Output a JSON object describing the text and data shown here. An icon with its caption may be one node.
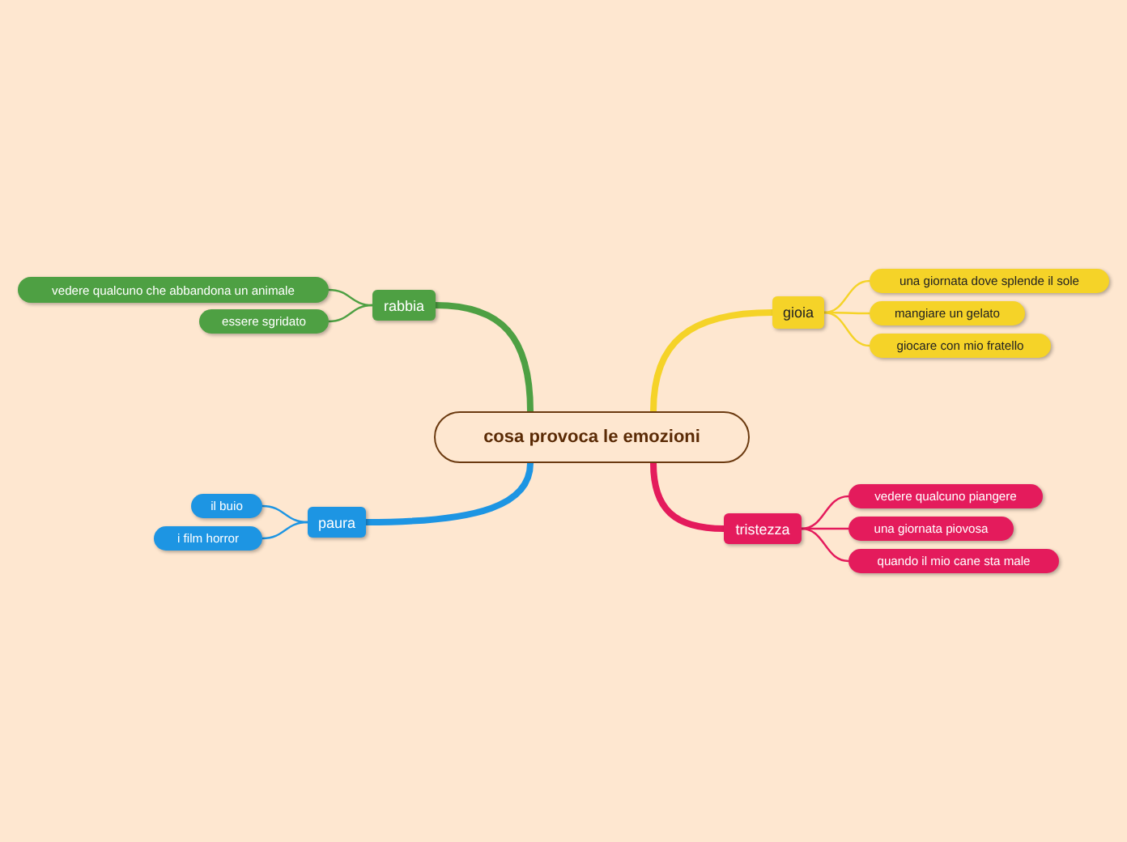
{
  "diagram": {
    "nodes": [
      {
        "text": [
          "cosa provoca le emozioni"
        ]
      },
      {
        "text": [
          "rabbia"
        ]
      },
      {
        "text": [
          "vedere qualcuno che abbandona un animale"
        ]
      },
      {
        "text": [
          "essere sgridato"
        ]
      },
      {
        "text": [
          "gioia"
        ]
      },
      {
        "text": [
          "una giornata dove splende il sole"
        ]
      },
      {
        "text": [
          "mangiare un gelato"
        ]
      },
      {
        "text": [
          "giocare con mio fratello"
        ]
      },
      {
        "text": [
          "paura"
        ]
      },
      {
        "text": [
          "il buio"
        ]
      },
      {
        "text": [
          "i film horror"
        ]
      },
      {
        "text": [
          "tristezza"
        ]
      },
      {
        "text": [
          "vedere qualcuno piangere"
        ]
      },
      {
        "text": [
          "una giornata piovosa"
        ]
      },
      {
        "text": [
          "quando il mio cane sta male"
        ]
      }
    ],
    "edges": [
      {
        "from": 0,
        "to": 1,
        "arrow": "none",
        "style": "thick",
        "color": "#4ea043"
      },
      {
        "from": 1,
        "to": 2,
        "arrow": "none",
        "color": "#4ea043"
      },
      {
        "from": 1,
        "to": 3,
        "arrow": "none",
        "color": "#4ea043"
      },
      {
        "from": 0,
        "to": 4,
        "arrow": "none",
        "style": "thick",
        "color": "#f5d328"
      },
      {
        "from": 4,
        "to": 5,
        "arrow": "none",
        "color": "#f5d328"
      },
      {
        "from": 4,
        "to": 6,
        "arrow": "none",
        "color": "#f5d328"
      },
      {
        "from": 4,
        "to": 7,
        "arrow": "none",
        "color": "#f5d328"
      },
      {
        "from": 0,
        "to": 8,
        "arrow": "none",
        "style": "thick",
        "color": "#1d95e3"
      },
      {
        "from": 8,
        "to": 9,
        "arrow": "none",
        "color": "#1d95e3"
      },
      {
        "from": 8,
        "to": 10,
        "arrow": "none",
        "color": "#1d95e3"
      },
      {
        "from": 0,
        "to": 11,
        "arrow": "none",
        "style": "thick",
        "color": "#e41b5c"
      },
      {
        "from": 11,
        "to": 12,
        "arrow": "none",
        "color": "#e41b5c"
      },
      {
        "from": 11,
        "to": 13,
        "arrow": "none",
        "color": "#e41b5c"
      },
      {
        "from": 11,
        "to": 14,
        "arrow": "none",
        "color": "#e41b5c"
      }
    ]
  }
}
